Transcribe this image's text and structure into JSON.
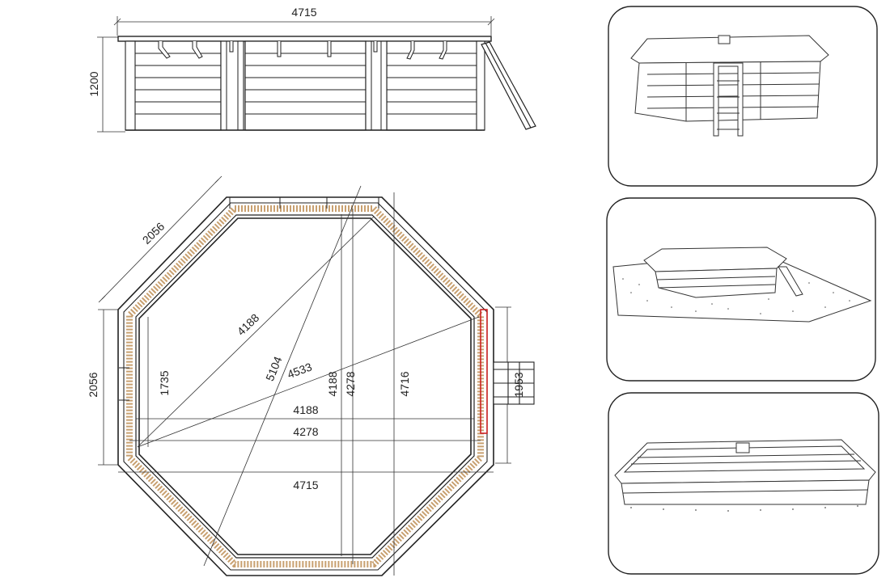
{
  "side_view": {
    "width_dim": "4715",
    "height_dim": "1200"
  },
  "plan_view": {
    "side_length_dim": "2056",
    "left_side_dim": "2056",
    "inner_height_dim": "1735",
    "diag_long_dim": "4188",
    "diag_steep_dim": "5104",
    "diag_wide_dim": "4533",
    "vert_inner_dim": "4188",
    "vert_mid_dim": "4278",
    "vert_outer_dim": "4716",
    "ladder_dim": "1953",
    "horiz_inner_dim": "4188",
    "horiz_mid_dim": "4278",
    "horiz_outer_dim": "4715"
  },
  "previews": [
    {
      "name": "perspective-ladder-view"
    },
    {
      "name": "inground-slope-view"
    },
    {
      "name": "inground-flat-view"
    }
  ],
  "colors": {
    "line": "#222222",
    "beam": "#c8a070",
    "highlight": "#cc2222"
  }
}
